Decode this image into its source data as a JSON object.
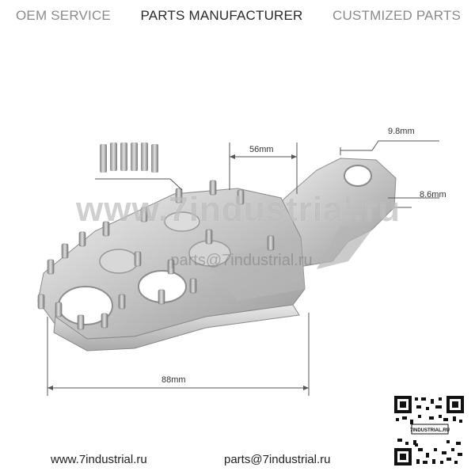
{
  "header": {
    "left": "OEM SERVICE",
    "center": "PARTS MANUFACTURER",
    "right": "CUSTMIZED PARTS"
  },
  "dimensions": {
    "width_top": "56mm",
    "hole": "9.8mm",
    "thickness": "8.6mm",
    "length": "88mm"
  },
  "watermark": {
    "main": "www.7industrial.ru",
    "sub": "parts@7industrial.ru"
  },
  "qr_label": "7INDUSTRIAL.RU",
  "footer": {
    "website": "www.7industrial.ru",
    "email": "parts@7industrial.ru"
  },
  "colors": {
    "metal_light": "#e6e6e6",
    "metal_mid": "#bdbdbd",
    "metal_dark": "#8d8d8d"
  }
}
